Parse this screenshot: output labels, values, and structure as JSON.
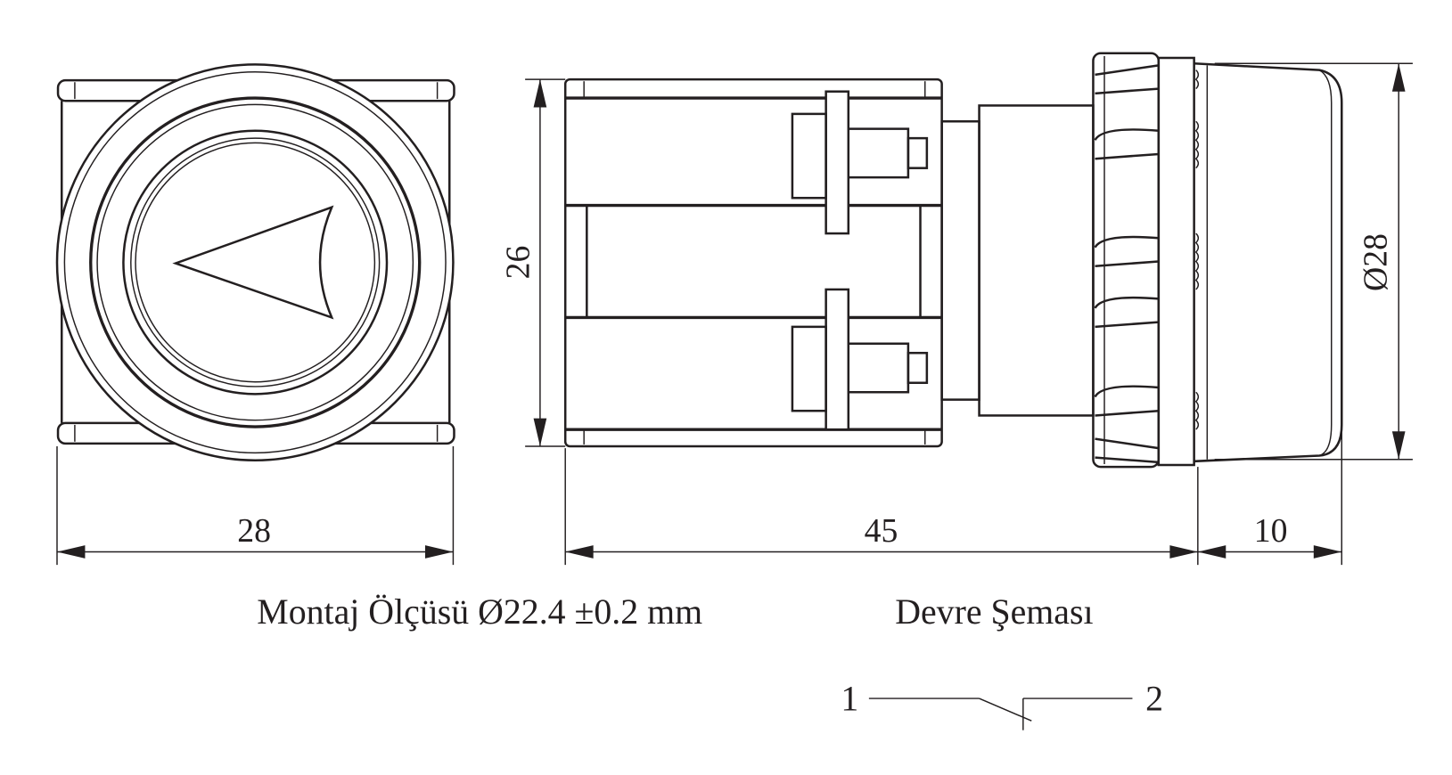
{
  "dimensions": {
    "front_width": "28",
    "body_length": "45",
    "cap_length": "10",
    "body_height": "26",
    "cap_diameter": "Ø28"
  },
  "labels": {
    "mounting": "Montaj Ölçüsü Ø22.4 ±0.2 mm",
    "circuit_title": "Devre Şeması"
  },
  "circuit": {
    "terminal_1": "1",
    "terminal_2": "2"
  }
}
